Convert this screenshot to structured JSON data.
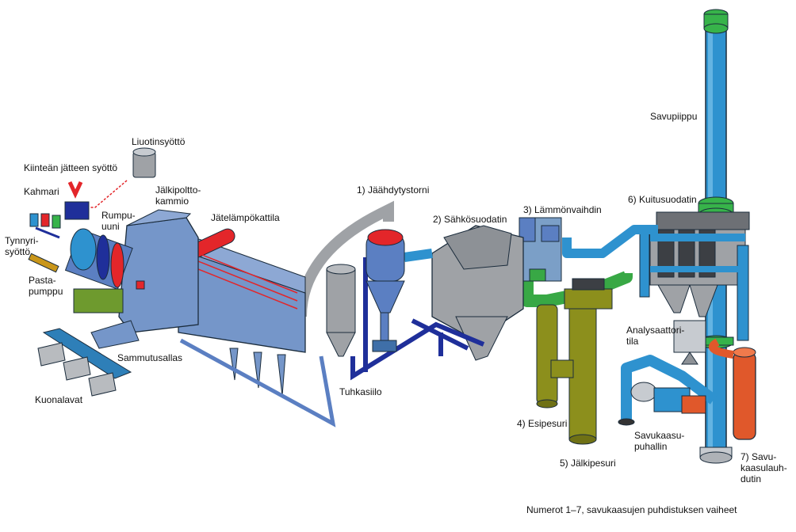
{
  "labels": {
    "liuotinsyotto": "Liuotinsyöttö",
    "kiintean_jatteen_syotto": "Kiinteän jätteen syöttö",
    "kahmari": "Kahmari",
    "tynnyrisyotto": "Tynnyri-\nsyöttö",
    "pastapumppu": "Pasta-\npumppu",
    "rumpuuuni": "Rumpu-\nuuni",
    "jalkipolttokammio": "Jälkipoltto-\nkammio",
    "jatelampokattila": "Jätelämpökattila",
    "sammutusallas": "Sammutusallas",
    "kuonalavat": "Kuonalavat",
    "tuhkasiilo": "Tuhkasiilo",
    "jaahdytystorni": "1) Jäähdytystorni",
    "sahkosuodatin": "2) Sähkösuodatin",
    "lammonvaihdin": "3) Lämmönvaihdin",
    "esipesuri": "4) Esipesuri",
    "jalkipesuri": "5) Jälkipesuri",
    "kuitusuodatin": "6) Kuitusuodatin",
    "savukaasulauhdutin": "7) Savu-\nkaasulauh-\ndutin",
    "savupiippu": "Savupiippu",
    "analysaattoritila": "Analysaattori-\ntila",
    "savukaasupuhallin": "Savukaasu-\npuhallin"
  },
  "caption": "Numerot 1–7, savukaasujen puhdistuksen vaiheet",
  "colors": {
    "kiln_blue": "#5b7fc2",
    "chamber_blue": "#7596c9",
    "boiler_red": "#e3262a",
    "duct_light_blue": "#2e92cf",
    "stack_green_ring": "#37b34a",
    "scrubber_olive": "#8c8f1c",
    "scrubber_green_duct": "#38a845",
    "filter_gray": "#9fa2a6",
    "frame_navy": "#1f2f9a",
    "condenser_orange": "#e0582b",
    "base_green": "#6e9a2e"
  }
}
